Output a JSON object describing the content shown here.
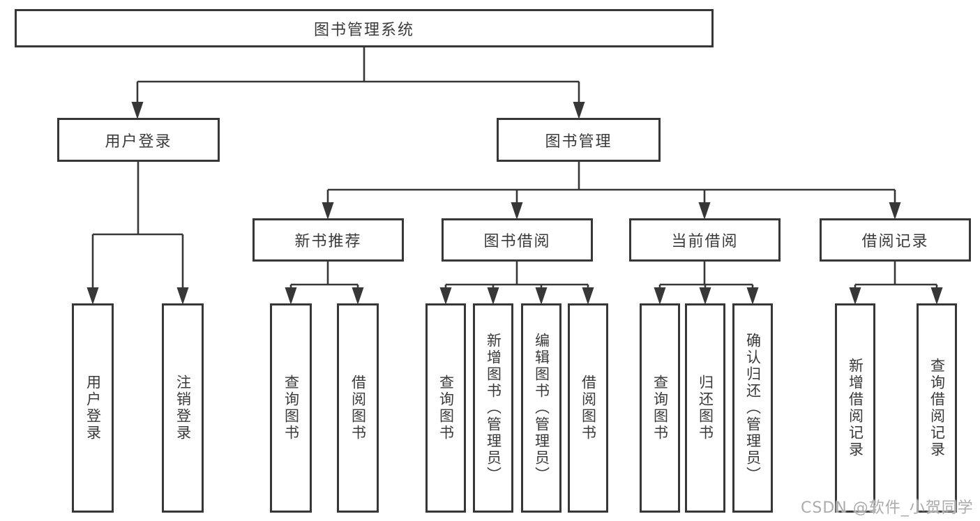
{
  "tree": {
    "root": {
      "label": "图书管理系统"
    },
    "branches": [
      {
        "label": "用户登录",
        "children": [
          {
            "label": "用户登录"
          },
          {
            "label": "注销登录"
          }
        ]
      },
      {
        "label": "图书管理",
        "children": [
          {
            "label": "新书推荐",
            "children": [
              {
                "label": "查询图书"
              },
              {
                "label": "借阅图书"
              }
            ]
          },
          {
            "label": "图书借阅",
            "children": [
              {
                "label": "查询图书"
              },
              {
                "label": "新增图书（管理员）"
              },
              {
                "label": "编辑图书（管理员）"
              },
              {
                "label": "借阅图书"
              }
            ]
          },
          {
            "label": "当前借阅",
            "children": [
              {
                "label": "查询图书"
              },
              {
                "label": "归还图书"
              },
              {
                "label": "确认归还（管理员）"
              }
            ]
          },
          {
            "label": "借阅记录",
            "children": [
              {
                "label": "新增借阅记录"
              },
              {
                "label": "查询借阅记录"
              }
            ]
          }
        ]
      }
    ]
  },
  "colors": {
    "line": "#373737",
    "text": "#3a3a3a",
    "watermark": "#ababab"
  },
  "watermark": "CSDN @软件_小贺同学"
}
